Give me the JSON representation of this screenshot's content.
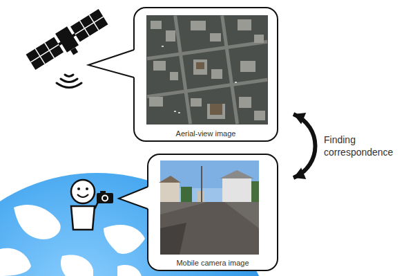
{
  "diagram": {
    "nodes": [
      {
        "text": [
          "Aerial-view image"
        ]
      },
      {
        "text": [
          "Mobile camera image"
        ]
      }
    ],
    "edges": [
      {
        "from": 0,
        "to": 1,
        "arrow": "both",
        "label": "Finding correspondence"
      }
    ]
  }
}
